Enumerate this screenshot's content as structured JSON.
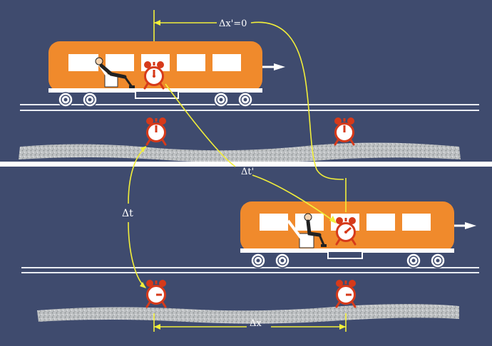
{
  "labels": {
    "delta_x_prime": "Δx'=0",
    "delta_t_prime": "Δt'",
    "delta_t": "Δt",
    "delta_x": "Δx"
  },
  "colors": {
    "background": "#3f4b6e",
    "train_body": "#f08a2c",
    "train_trim": "#ffffff",
    "clock": "#d63a1a",
    "annotation": "#f2ef3a",
    "rail": "#e9ecf2",
    "divider": "#ffffff"
  },
  "icons": {
    "clock": "alarm-clock-icon",
    "passenger": "seated-person-icon",
    "motion_arrow": "arrow-right-icon"
  }
}
